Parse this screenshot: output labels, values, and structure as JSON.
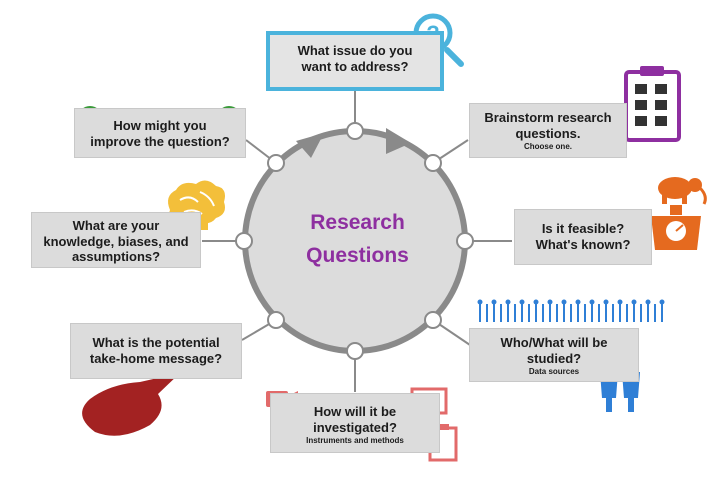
{
  "diagram": {
    "center": {
      "line1": "Research",
      "line2": "Questions"
    },
    "colors": {
      "ring": "#8a8a8a",
      "center_fill": "#dcdcdc",
      "box_fill": "#dcdcdc",
      "top_border": "#4bb3dc",
      "center_text": "#8e2fa0",
      "icon_purple": "#8e2fa0",
      "icon_orange": "#e56a1f",
      "icon_blue": "#2f7fd6",
      "icon_red": "#e26a6a",
      "icon_green": "#3a9a3a",
      "bubble_red": "#a32222"
    },
    "nodes": [
      {
        "lines": [
          "What issue do you",
          "want to address?"
        ],
        "sub": "",
        "icon": "magnifier-question-icon"
      },
      {
        "lines": [
          "Brainstorm research",
          "questions."
        ],
        "sub": "Choose one.",
        "icon": "clipboard-list-icon"
      },
      {
        "lines": [
          "Is it feasible?",
          "What's known?"
        ],
        "sub": "",
        "icon": "elephant-scale-icon"
      },
      {
        "lines": [
          "Who/What will be",
          "studied?"
        ],
        "sub": "Data sources",
        "icon": "people-book-icon"
      },
      {
        "lines": [
          "How will it be",
          "investigated?"
        ],
        "sub": "Instruments and methods",
        "icon": "camera-gamepad-monitor-clipboard-icon"
      },
      {
        "lines": [
          "What is the potential",
          "take-home message?"
        ],
        "sub": "",
        "icon": "speech-bubble-icon"
      },
      {
        "lines": [
          "What are your",
          "knowledge, biases, and",
          "assumptions?"
        ],
        "sub": "",
        "icon": "brain-icon"
      },
      {
        "lines": [
          "How might you",
          "improve the question?"
        ],
        "sub": "",
        "icon": "pencil-refresh-icon"
      }
    ]
  }
}
